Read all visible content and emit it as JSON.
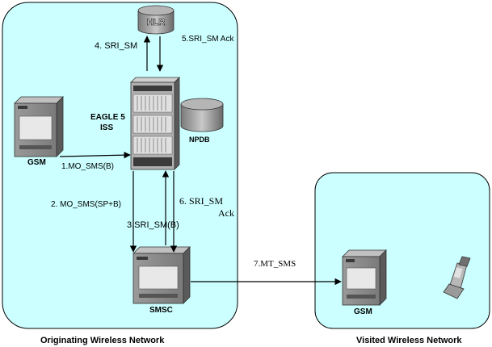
{
  "labels": {
    "hlr": "HLR",
    "eagle_line1": "EAGLE 5",
    "eagle_line2": "ISS",
    "npdb": "NPDB",
    "gsm_left": "GSM",
    "smsc": "SMSC",
    "gsm_right": "GSM",
    "step1": "1.MO_SMS(B)",
    "step2": "2. MO_SMS(SP+B)",
    "step3": "3.SRI_SM(B)",
    "step4": "4. SRI_SM",
    "step5": "5.SRI_SM Ack",
    "step6_line1": "6. SRI_SM",
    "step6_line2": "Ack",
    "step7": "7.MT_SMS",
    "originating_network": "Originating Wireless Network",
    "visited_network": "Visited Wireless Network"
  },
  "colors": {
    "network_fill": "#ccffff",
    "network_border": "#000000",
    "device_gray": "#8a8a8a",
    "device_dark": "#4a4a4a",
    "screen": "#e8e8e8"
  },
  "icons": {
    "hlr": "database-cylinder-icon",
    "npdb": "database-cylinder-icon",
    "eagle": "rack-server-icon",
    "gsm": "switch-box-icon",
    "smsc": "switch-box-icon",
    "phone": "flip-phone-icon"
  }
}
